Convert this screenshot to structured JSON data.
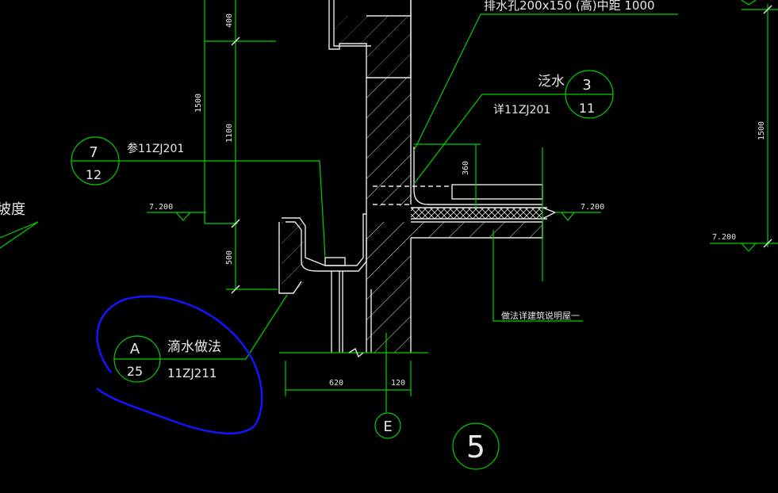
{
  "labels": {
    "drain_hole": "排水孔200x150    (高)中距 1000",
    "flashing": "泛水",
    "flashing_ref": "详11ZJ201",
    "refer_ref": "参11ZJ201",
    "drip": "滴水做法",
    "drip_ref": "11ZJ211",
    "slope": "坡度",
    "practice_note": "做法详建筑说明屋一"
  },
  "index_marks": {
    "left_top": "7",
    "left_bottom": "12",
    "right_top": "3",
    "right_bottom": "11",
    "drip_top": "A",
    "drip_bottom": "25"
  },
  "levels": {
    "left": "7.200",
    "middle": "7.200",
    "right": "7.200"
  },
  "dimensions": {
    "d400": "400",
    "d1500_left": "1500",
    "d1100": "1100",
    "d500": "500",
    "d360": "360",
    "d1500_right": "1500",
    "d620": "620",
    "d120": "120"
  },
  "axis_label": "E",
  "detail_number": "5",
  "colors": {
    "background": "#000000",
    "line_green": "#00d000",
    "line_white": "#e8e8e8",
    "annotation_blue": "#1414ff"
  }
}
